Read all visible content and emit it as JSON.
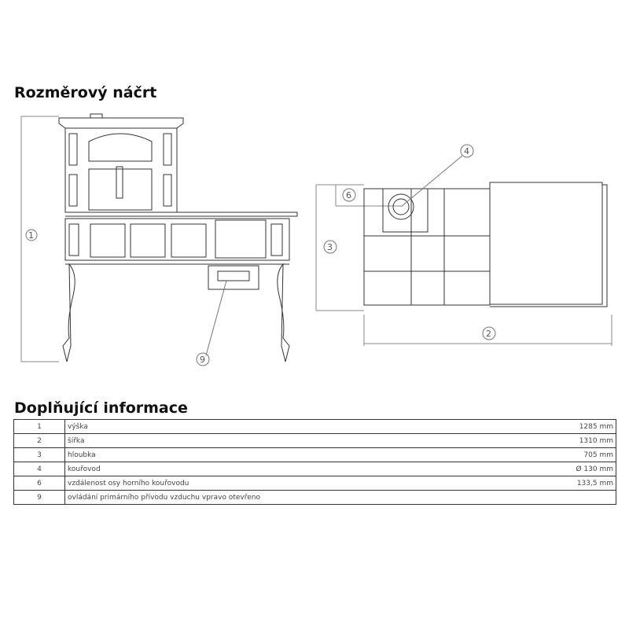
{
  "titles": {
    "sketch": "Rozměrový náčrt",
    "info": "Doplňující informace"
  },
  "callouts": {
    "c1": "1",
    "c2": "2",
    "c3": "3",
    "c4": "4",
    "c6": "6",
    "c9": "9"
  },
  "rows": [
    {
      "num": "1",
      "label": "výška",
      "value": "1285 mm"
    },
    {
      "num": "2",
      "label": "šířka",
      "value": "1310 mm"
    },
    {
      "num": "3",
      "label": "hloubka",
      "value": "705 mm"
    },
    {
      "num": "4",
      "label": "kouřovod",
      "value": "Ø 130 mm"
    },
    {
      "num": "6",
      "label": "vzdálenost osy horního kouřovodu",
      "value": "133,5 mm"
    },
    {
      "num": "9",
      "label": "ovládání primárního přívodu vzduchu   vpravo otevřeno",
      "value": ""
    }
  ]
}
